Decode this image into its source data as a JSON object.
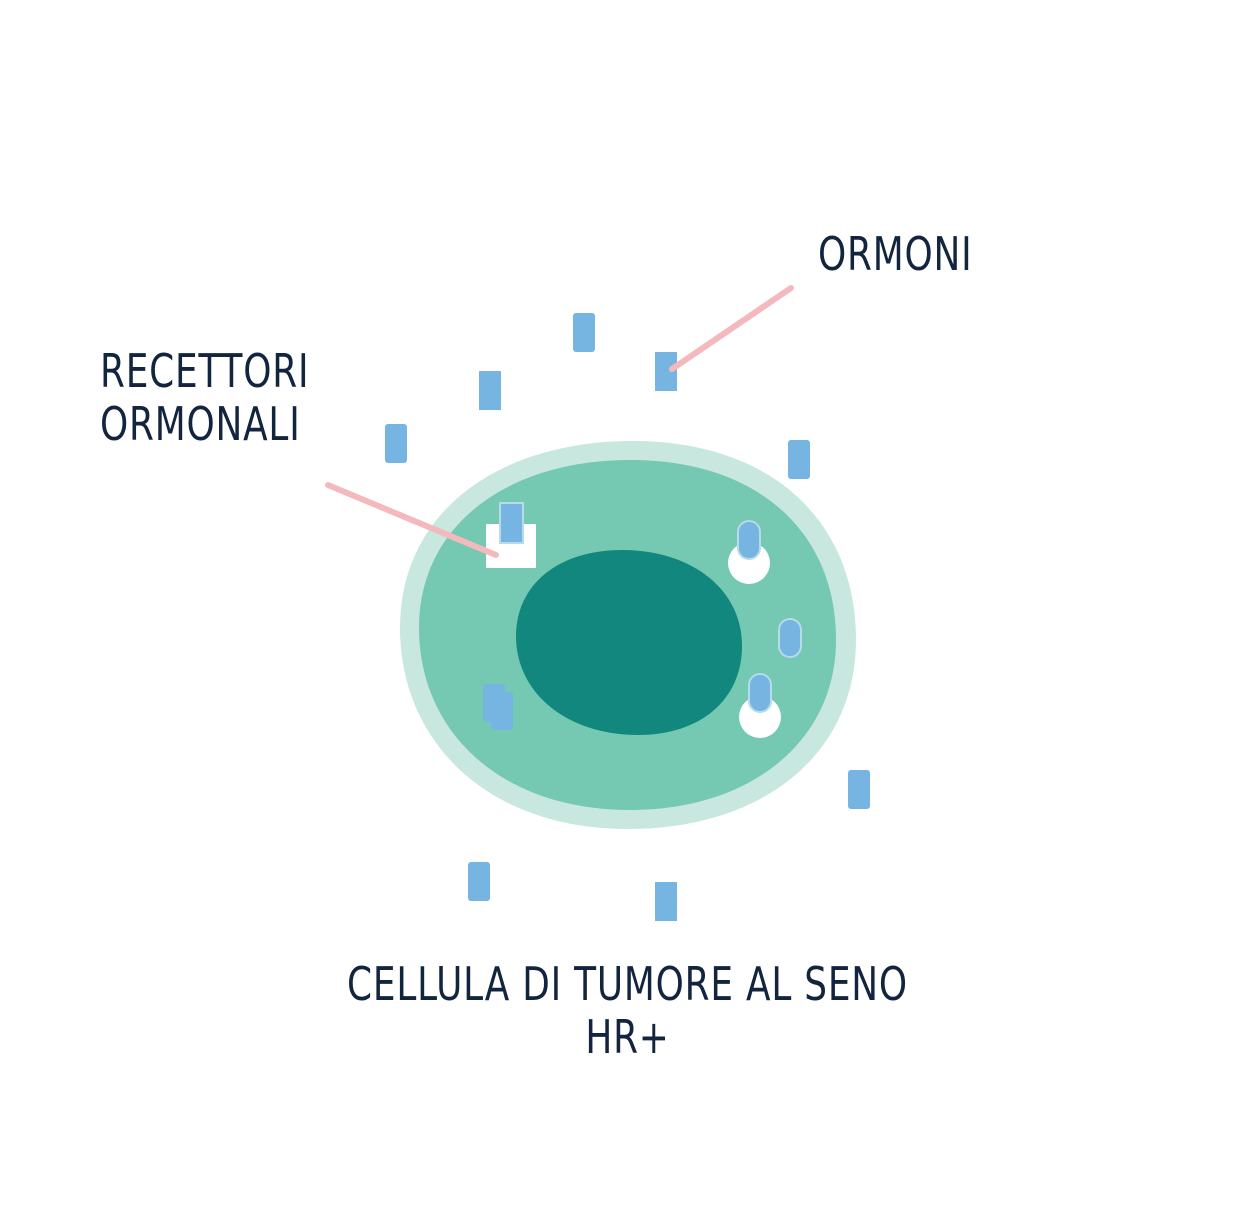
{
  "labels": {
    "hormones": "ORMONI",
    "receptors_line1": "RECETTORI",
    "receptors_line2": "ORMONALI",
    "caption_line1": "CELLULA DI TUMORE AL SENO",
    "caption_line2": "HR+"
  },
  "colors": {
    "background": "#ffffff",
    "text": "#13243f",
    "membrane_outer": "#c8e7df",
    "cytoplasm": "#75c8b1",
    "nucleus": "#11877d",
    "hormone": "#76b4e2",
    "hormone_outline": "#b6dbe9",
    "receptor": "#ffffff",
    "leader_line": "#f4b9bd"
  }
}
